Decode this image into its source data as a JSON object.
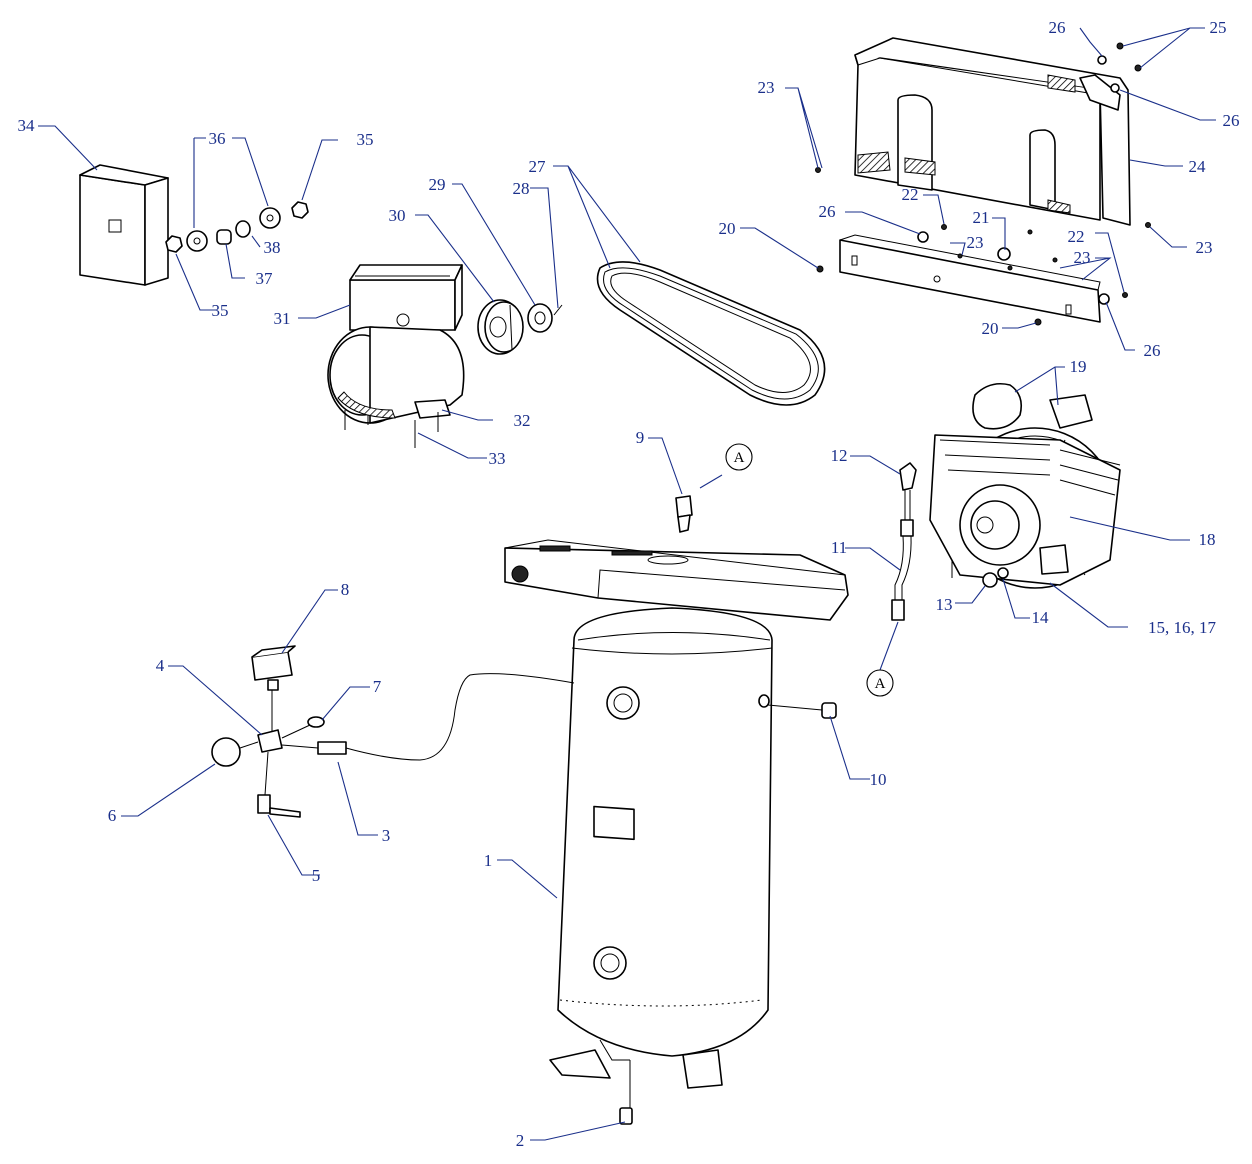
{
  "diagram": {
    "callouts": [
      {
        "label": "1"
      },
      {
        "label": "2"
      },
      {
        "label": "3"
      },
      {
        "label": "4"
      },
      {
        "label": "5"
      },
      {
        "label": "6"
      },
      {
        "label": "7"
      },
      {
        "label": "8"
      },
      {
        "label": "9"
      },
      {
        "label": "10"
      },
      {
        "label": "11"
      },
      {
        "label": "12"
      },
      {
        "label": "13"
      },
      {
        "label": "14"
      },
      {
        "label": "15, 16, 17"
      },
      {
        "label": "18"
      },
      {
        "label": "19"
      },
      {
        "label": "20"
      },
      {
        "label": "20"
      },
      {
        "label": "21"
      },
      {
        "label": "22"
      },
      {
        "label": "22"
      },
      {
        "label": "23"
      },
      {
        "label": "23"
      },
      {
        "label": "23"
      },
      {
        "label": "23"
      },
      {
        "label": "24"
      },
      {
        "label": "25"
      },
      {
        "label": "26"
      },
      {
        "label": "26"
      },
      {
        "label": "26"
      },
      {
        "label": "26"
      },
      {
        "label": "27"
      },
      {
        "label": "28"
      },
      {
        "label": "29"
      },
      {
        "label": "30"
      },
      {
        "label": "31"
      },
      {
        "label": "32"
      },
      {
        "label": "33"
      },
      {
        "label": "34"
      },
      {
        "label": "35"
      },
      {
        "label": "35"
      },
      {
        "label": "36"
      },
      {
        "label": "37"
      },
      {
        "label": "38"
      }
    ],
    "connectors": [
      {
        "label": "A"
      },
      {
        "label": "A"
      }
    ]
  }
}
